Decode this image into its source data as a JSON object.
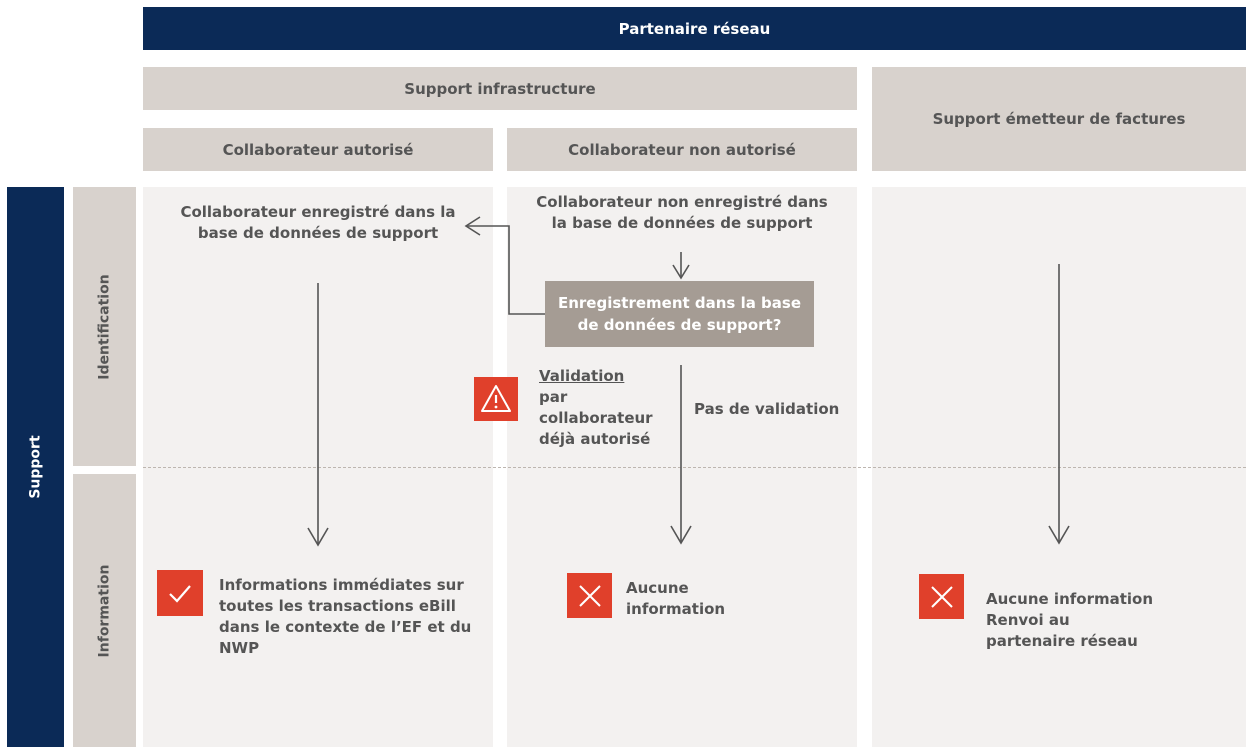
{
  "header": {
    "partner": "Partenaire réseau",
    "infra": "Support infrastructure",
    "issuer": "Support émetteur de factures",
    "authorized": "Collaborateur autorisé",
    "unauthorized": "Collaborateur non autorisé"
  },
  "rows": {
    "support": "Support",
    "identification": "Identification",
    "information": "Information"
  },
  "nodes": {
    "registered": "Collaborateur enregistré dans la base de données de support",
    "not_registered": "Collaborateur non enregistré dans la base de données de support",
    "decision": "Enregistrement dans la base de données de support?",
    "validation_title": "Validation",
    "validation_body": "par collaborateur déjà autorisé",
    "no_validation": "Pas de validation"
  },
  "outcomes": {
    "authorized": "Informations immédiates sur toutes les transactions eBill dans le contexte de l’EF et du NWP",
    "unauthorized": "Aucune information",
    "issuer_line1": "Aucune information",
    "issuer_line2": "Renvoi au partenaire réseau"
  },
  "colors": {
    "navy": "#0b2a57",
    "beige": "#d8d2cd",
    "lane": "#f3f1f0",
    "decision": "#a59c94",
    "alert_red": "#e0402b",
    "text": "#555555"
  },
  "icons": {
    "warning": "warning-icon",
    "check": "check-icon",
    "cross": "x-icon"
  }
}
